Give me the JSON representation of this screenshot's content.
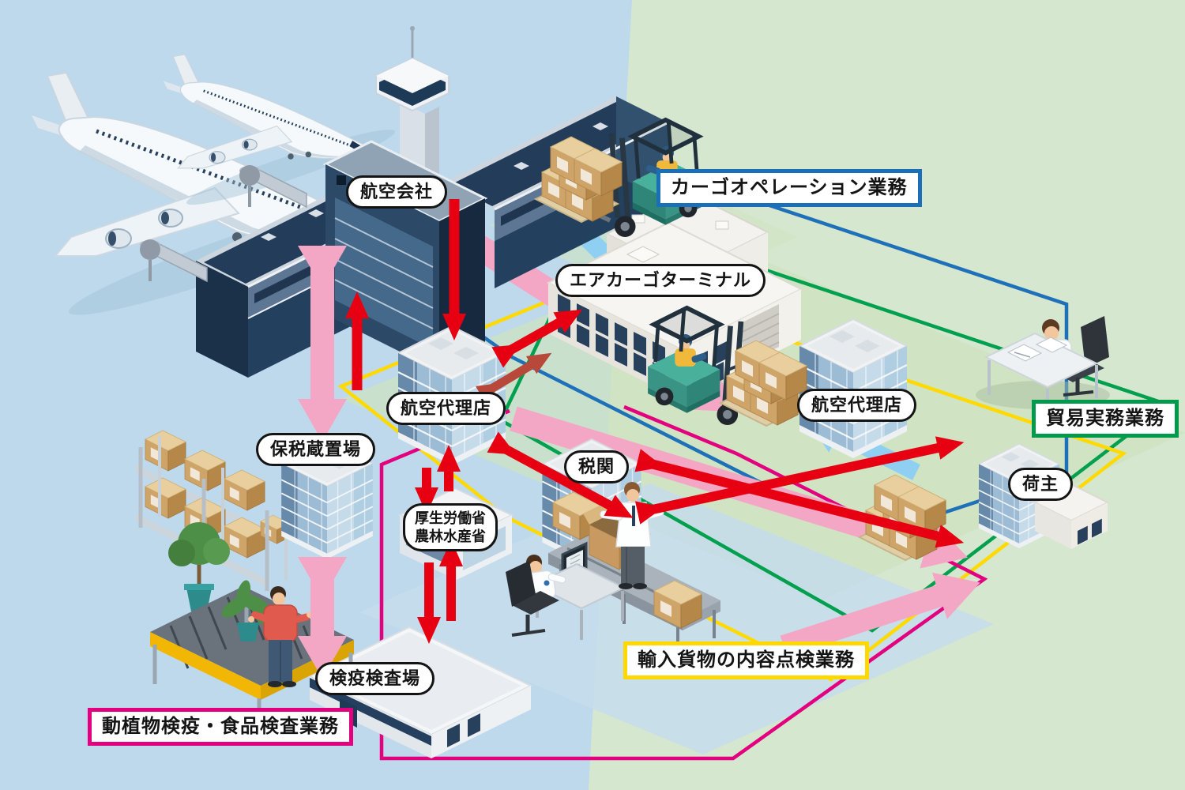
{
  "background": {
    "left_half": "#bed9ec",
    "right_half": "#d6e7d0"
  },
  "scene_labels": {
    "airline": "航空会社",
    "air_cargo_terminal": "エアカーゴターミナル",
    "air_agency_left": "航空代理店",
    "air_agency_right": "航空代理店",
    "bonded_warehouse": "保税蔵置場",
    "customs": "税関",
    "ministry_line1": "厚生労働省",
    "ministry_line2": "農林水産省",
    "quarantine_station": "検疫検査場",
    "shipper": "荷主"
  },
  "categories": {
    "cargo_operation": {
      "label": "カーゴオペレーション業務",
      "border_color": "#1b6eb8"
    },
    "trade_practice": {
      "label": "貿易実務業務",
      "border_color": "#009a4d"
    },
    "import_inspection": {
      "label": "輸入貨物の内容点検業務",
      "border_color": "#ffd800"
    },
    "quarantine_food": {
      "label": "動植物検疫・食品検査業務",
      "border_color": "#e3007f"
    }
  },
  "flow_colors": {
    "document_red": "#e60012",
    "dark_red": "#b8483a",
    "cargo_pink": "#f4a6c5",
    "cargo_light_blue": "#8fd0f2",
    "route_blue": "#1e71b8",
    "route_green": "#00a04f",
    "route_yellow": "#ffd900",
    "route_magenta": "#e3007f"
  }
}
